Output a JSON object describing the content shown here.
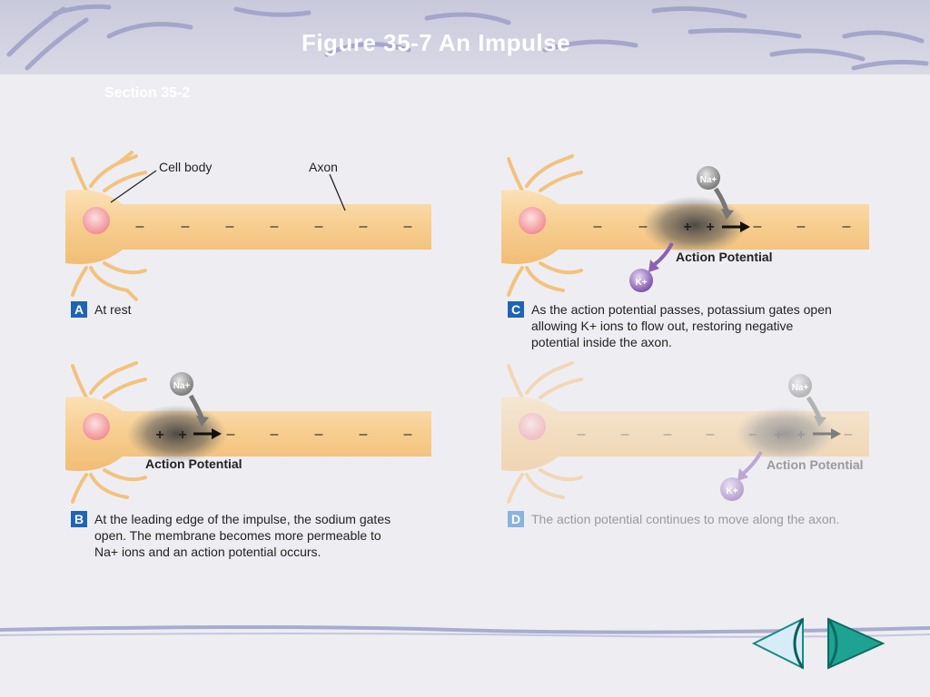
{
  "slide": {
    "title": "Figure 35-7 An Impulse",
    "section": "Section 35-2"
  },
  "labels": {
    "cell_body": "Cell body",
    "axon": "Axon",
    "action_potential": "Action Potential",
    "na_ion": "Na+",
    "k_ion": "K+",
    "minus": "–",
    "plus": "+"
  },
  "panels": [
    {
      "letter": "A",
      "caption_lines": [
        "At rest"
      ]
    },
    {
      "letter": "B",
      "caption_lines": [
        "At the leading edge of the impulse, the sodium gates",
        "open.  The membrane becomes more permeable to",
        "Na+ ions and an action potential occurs."
      ]
    },
    {
      "letter": "C",
      "caption_lines": [
        "As the action potential passes, potassium gates open",
        "allowing K+ ions to flow out, restoring negative",
        "potential inside the axon."
      ]
    },
    {
      "letter": "D",
      "caption_lines": [
        "The action potential continues to move along the axon."
      ]
    }
  ],
  "nav": {
    "back_icon": "back-arrow-icon",
    "forward_icon": "forward-arrow-icon"
  },
  "colors": {
    "axon": "#f7cf94",
    "axon_edge": "#d9a460",
    "nucleus": "#f3a3a6",
    "na_ion": "#8a8a8a",
    "k_ion": "#8a62b2",
    "badge": "#1f64b4",
    "nav": "#1a8a80"
  }
}
